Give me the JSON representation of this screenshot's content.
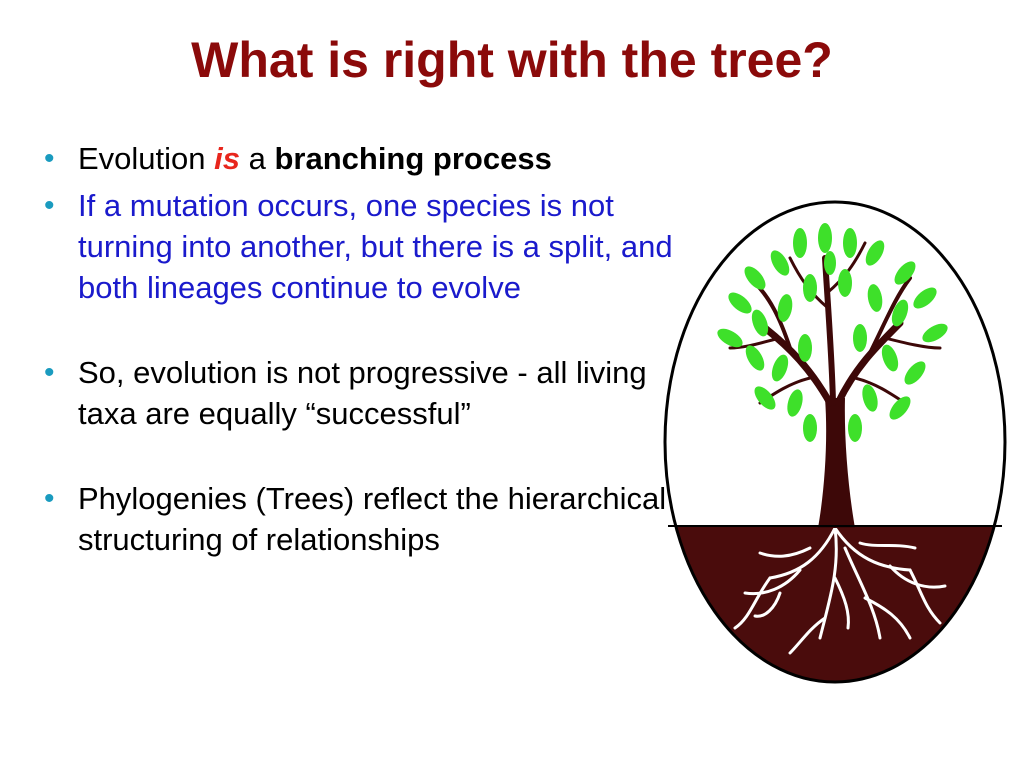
{
  "slide": {
    "title": "What is right with the tree?",
    "bullets": [
      {
        "part1": "Evolution ",
        "emphasis": "is",
        "part2": " a ",
        "bold": "branching process"
      },
      {
        "text": "If a mutation occurs, one species is not turning into another, but there is a split, and both lineages continue to evolve"
      },
      {
        "text": "So, evolution is not progressive - all living taxa are equally “successful”"
      },
      {
        "text": "Phylogenies (Trees) reflect the hierarchical structuring of relationships"
      }
    ],
    "bullet_glyph": "•"
  },
  "colors": {
    "title": "#8b0a0a",
    "emphasis": "#e8261d",
    "blue_text": "#1a1acc",
    "bullet": "#1a9bbf",
    "soil": "#4a0c0c",
    "trunk": "#3d0808",
    "leaf": "#3ee02a"
  },
  "image": {
    "icon": "tree-with-roots-icon"
  }
}
